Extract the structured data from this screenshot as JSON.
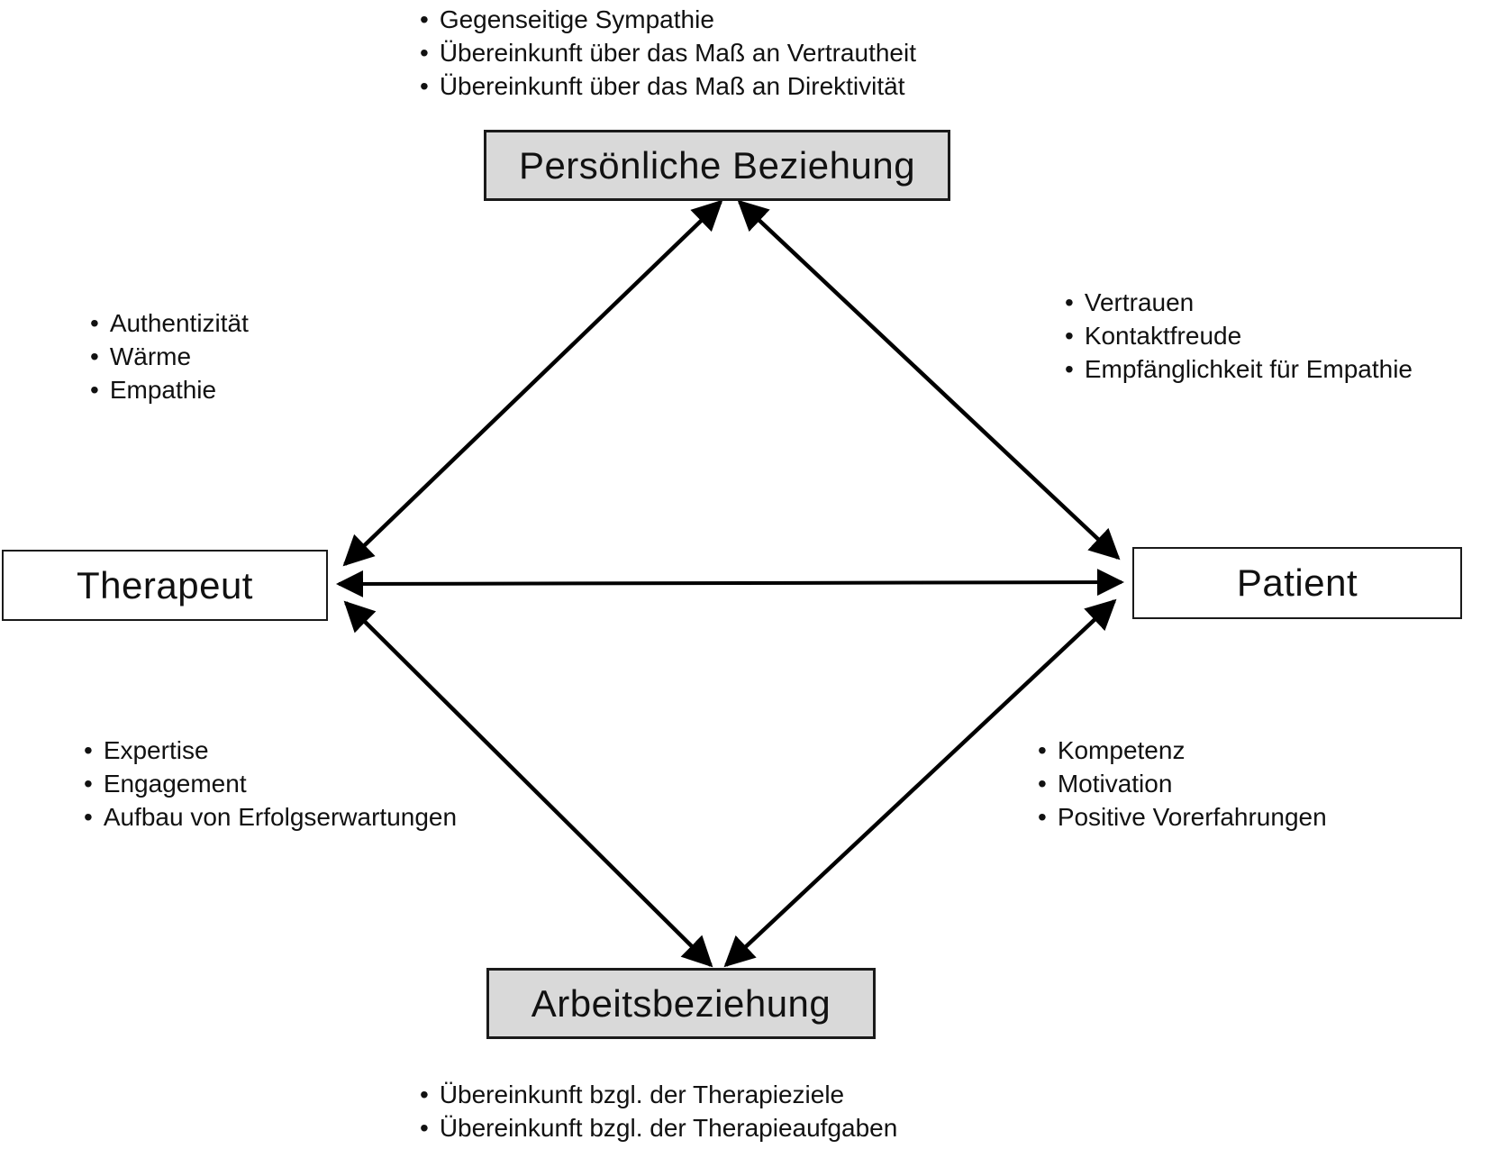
{
  "diagram": {
    "title_hint": "Therapeutische Beziehung Schema",
    "nodes": {
      "personal_relation": {
        "label": "Persönliche Beziehung"
      },
      "therapist": {
        "label": "Therapeut"
      },
      "patient": {
        "label": "Patient"
      },
      "working_relation": {
        "label": "Arbeitsbeziehung"
      }
    },
    "lists": {
      "personal_relation_factors": {
        "items": [
          "Gegenseitige Sympathie",
          "Übereinkunft über das Maß an Vertrautheit",
          "Übereinkunft über das Maß an Direktivität"
        ]
      },
      "therapist_personal_factors": {
        "items": [
          "Authentizität",
          "Wärme",
          "Empathie"
        ]
      },
      "patient_personal_factors": {
        "items": [
          "Vertrauen",
          "Kontaktfreude",
          "Empfänglichkeit für Empathie"
        ]
      },
      "therapist_working_factors": {
        "items": [
          "Expertise",
          "Engagement",
          "Aufbau von Erfolgserwartungen"
        ]
      },
      "patient_working_factors": {
        "items": [
          "Kompetenz",
          "Motivation",
          "Positive Vorerfahrungen"
        ]
      },
      "working_relation_factors": {
        "items": [
          "Übereinkunft bzgl. der Therapieziele",
          "Übereinkunft bzgl. der Therapieaufgaben"
        ]
      }
    },
    "connections": [
      "Therapeut ↔ Persönliche Beziehung",
      "Persönliche Beziehung ↔ Patient",
      "Therapeut ↔ Patient",
      "Therapeut ↔ Arbeitsbeziehung",
      "Patient ↔ Arbeitsbeziehung"
    ],
    "colors": {
      "background": "#ffffff",
      "node_fill_gray": "#d9d9d9",
      "node_fill_white": "#ffffff",
      "border": "#1a1a1a",
      "arrow": "#000000",
      "text": "#111111"
    }
  }
}
